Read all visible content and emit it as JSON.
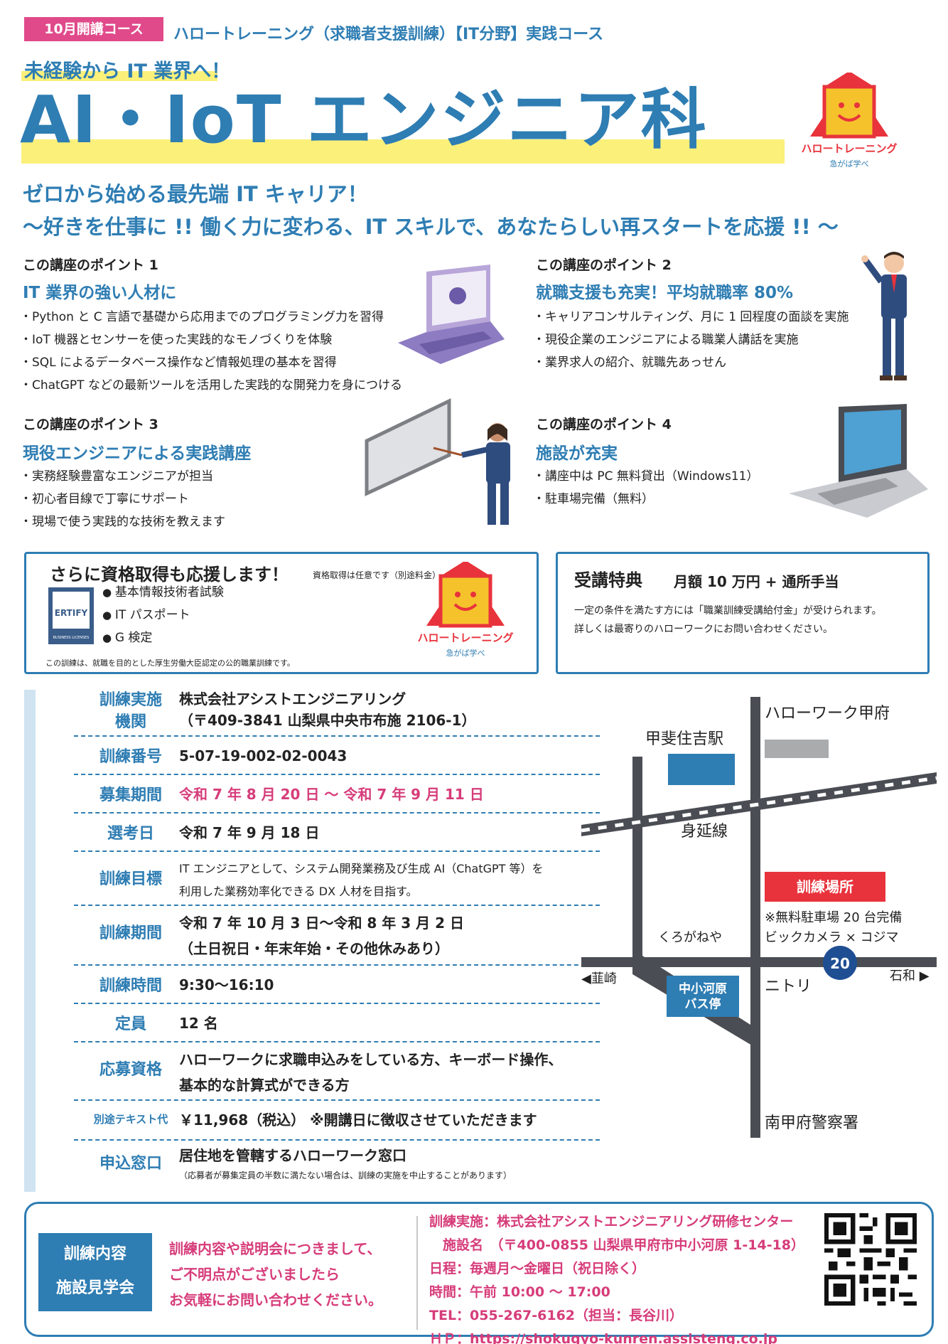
{
  "header": {
    "course_tag": "10月開講コース",
    "course_subtitle": "ハロートレーニング（求職者支援訓練）【IT分野】実践コース",
    "tagline": "未経験から IT 業界へ！",
    "title": "AI・IoT エンジニア科",
    "logo_text": "ハロートレーニング",
    "logo_sub": "急がば学べ"
  },
  "subtitle": {
    "line1": "ゼロから始める最先端 IT キャリア！",
    "line2": "〜好きを仕事に !! 働く力に変わる、IT スキルで、あなたらしい再スタートを応援 !! 〜"
  },
  "points": [
    {
      "label": "この講座のポイント 1",
      "heading": "IT 業界の強い人材に",
      "items": [
        "Python と C 言語で基礎から応用までのプログラミング力を習得",
        "IoT 機器とセンサーを使った実践的なモノづくりを体験",
        "SQL によるデータベース操作など情報処理の基本を習得",
        "ChatGPT などの最新ツールを活用した実践的な開発力を身につける"
      ]
    },
    {
      "label": "この講座のポイント 2",
      "heading": "就職支援も充実！平均就職率 80%",
      "items": [
        "キャリアコンサルティング、月に 1 回程度の面談を実施",
        "現役企業のエンジニアによる職業人講話を実施",
        "業界求人の紹介、就職先あっせん"
      ]
    },
    {
      "label": "この講座のポイント 3",
      "heading": "現役エンジニアによる実践講座",
      "items": [
        "実務経験豊富なエンジニアが担当",
        "初心者目線で丁寧にサポート",
        "現場で使う実践的な技術を教えます"
      ]
    },
    {
      "label": "この講座のポイント 4",
      "heading": "施設が充実",
      "items": [
        "講座中は PC 無料貸出（Windows11）",
        "駐車場完備（無料）"
      ]
    }
  ],
  "qualification": {
    "title": "さらに資格取得も応援します！",
    "note": "資格取得は任意です（別途料金）",
    "certify_logo": "ERTIFY",
    "certify_sub": "BUSINESS LICENSES",
    "items": [
      "基本情報技術者試験",
      "IT パスポート",
      "G 検定"
    ],
    "footnote": "この訓練は、就職を目的とした厚生労働大臣認定の公的職業訓練です。"
  },
  "benefit": {
    "title": "受講特典",
    "amount": "月額 10 万円 + 通所手当",
    "text1": "一定の条件を満たす方には「職業訓練受講給付金」が受けられます。",
    "text2": "詳しくは最寄りのハローワークにお問い合わせください。"
  },
  "info_rows": [
    {
      "label": "訓練実施\n機関",
      "value": "株式会社アシストエンジニアリング\n（〒409-3841 山梨県中央市布施 2106-1）"
    },
    {
      "label": "訓練番号",
      "value": "5-07-19-002-02-0043"
    },
    {
      "label": "募集期間",
      "value": "令和 7 年 8 月 20 日 〜 令和 7 年 9 月 11 日"
    },
    {
      "label": "選考日",
      "value": "令和 7 年 9 月 18 日"
    },
    {
      "label": "訓練目標",
      "value": "IT エンジニアとして、システム開発業務及び生成 AI（ChatGPT 等）を\n利用した業務効率化できる DX 人材を目指す。"
    },
    {
      "label": "訓練期間",
      "value": "令和 7 年 10 月 3 日〜令和 8 年 3 月 2 日\n（土日祝日・年末年始・その他休みあり）"
    },
    {
      "label": "訓練時間",
      "value": "9:30〜16:10"
    },
    {
      "label": "定員",
      "value": "12 名"
    },
    {
      "label": "応募資格",
      "value": "ハローワークに求職申込みをしている方、キーボード操作、\n基本的な計算式ができる方"
    },
    {
      "label": "別途テキスト代",
      "value": "￥11,968（税込） ※開講日に徴収させていただきます"
    },
    {
      "label": "申込窓口",
      "value": "居住地を管轄するハローワーク窓口",
      "note": "（応募者が募集定員の半数に満たない場合は、訓練の実施を中止することがあります）"
    }
  ],
  "map": {
    "hellowork": "ハローワーク甲府",
    "station": "甲斐住吉駅",
    "line": "身延線",
    "training_place": "訓練場所",
    "parking": "※無料駐車場 20 台完備",
    "bic": "ビックカメラ × コジマ",
    "kurogane": "くろがねや",
    "route": "20",
    "nirasaki": "◀韮崎",
    "ishiwa": "石和 ▶",
    "nitori": "ニトリ",
    "bus_stop": "中小河原\nバス停",
    "police": "南甲府警察署"
  },
  "footer": {
    "badge": "訓練内容\n施設見学会",
    "message": "訓練内容や説明会につきまして、\nご不明点がございましたら\nお気軽にお問い合わせください。",
    "lines": [
      "訓練実施：株式会社アシストエンジニアリング研修センター",
      "　施設名　（〒400-0855 山梨県甲府市中小河原 1-14-18）",
      "日程：毎週月〜金曜日（祝日除く）",
      "時間：午前 10:00 〜 17:00",
      "TEL：055-267-6162（担当：長谷川）",
      "ＨＰ：https://shokugyo-kunren.assisteng.co.jp"
    ]
  },
  "colors": {
    "brand_blue": "#2e7db3",
    "accent_pink": "#e04a8a",
    "highlight_yellow": "#fbf07a",
    "map_red": "#e8333c"
  }
}
